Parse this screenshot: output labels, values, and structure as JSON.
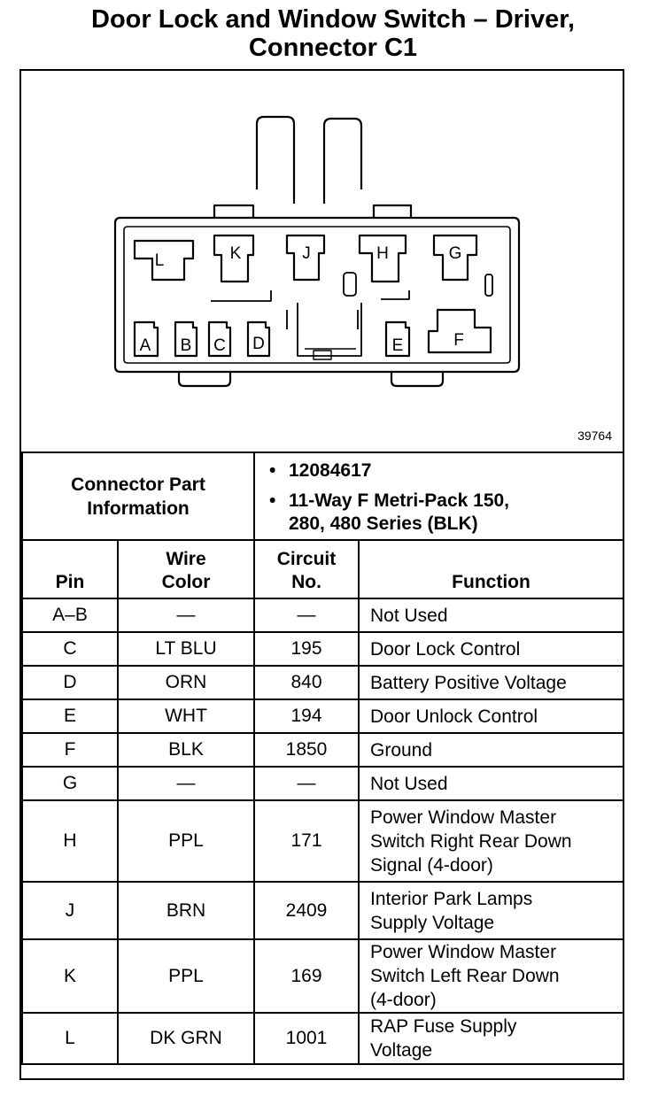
{
  "title_line1": "Door Lock and Window Switch – Driver,",
  "title_line2": "Connector C1",
  "figure_number": "39764",
  "connector_pins": {
    "L": "L",
    "K": "K",
    "J": "J",
    "H": "H",
    "G": "G",
    "A": "A",
    "B": "B",
    "C": "C",
    "D": "D",
    "E": "E",
    "F": "F"
  },
  "info": {
    "label_line1": "Connector Part",
    "label_line2": "Information",
    "items": [
      "12084617",
      "11-Way F Metri-Pack 150,",
      "280, 480 Series (BLK)"
    ]
  },
  "headers": {
    "pin": "Pin",
    "wire1": "Wire",
    "wire2": "Color",
    "circuit1": "Circuit",
    "circuit2": "No.",
    "function": "Function"
  },
  "rows": [
    {
      "pin": "A–B",
      "wire": "—",
      "circuit": "—",
      "function": [
        "Not Used"
      ]
    },
    {
      "pin": "C",
      "wire": "LT BLU",
      "circuit": "195",
      "function": [
        "Door Lock Control"
      ]
    },
    {
      "pin": "D",
      "wire": "ORN",
      "circuit": "840",
      "function": [
        "Battery Positive Voltage"
      ]
    },
    {
      "pin": "E",
      "wire": "WHT",
      "circuit": "194",
      "function": [
        "Door Unlock Control"
      ]
    },
    {
      "pin": "F",
      "wire": "BLK",
      "circuit": "1850",
      "function": [
        "Ground"
      ]
    },
    {
      "pin": "G",
      "wire": "—",
      "circuit": "—",
      "function": [
        "Not Used"
      ]
    },
    {
      "pin": "H",
      "wire": "PPL",
      "circuit": "171",
      "function": [
        "Power Window Master",
        "Switch Right Rear Down",
        "Signal (4-door)"
      ]
    },
    {
      "pin": "J",
      "wire": "BRN",
      "circuit": "2409",
      "function": [
        "Interior Park Lamps",
        "Supply Voltage"
      ]
    },
    {
      "pin": "K",
      "wire": "PPL",
      "circuit": "169",
      "function": [
        "Power Window Master",
        "Switch Left Rear Down",
        "(4-door)"
      ]
    },
    {
      "pin": "L",
      "wire": "DK GRN",
      "circuit": "1001",
      "function": [
        "RAP Fuse Supply",
        "Voltage"
      ]
    }
  ]
}
